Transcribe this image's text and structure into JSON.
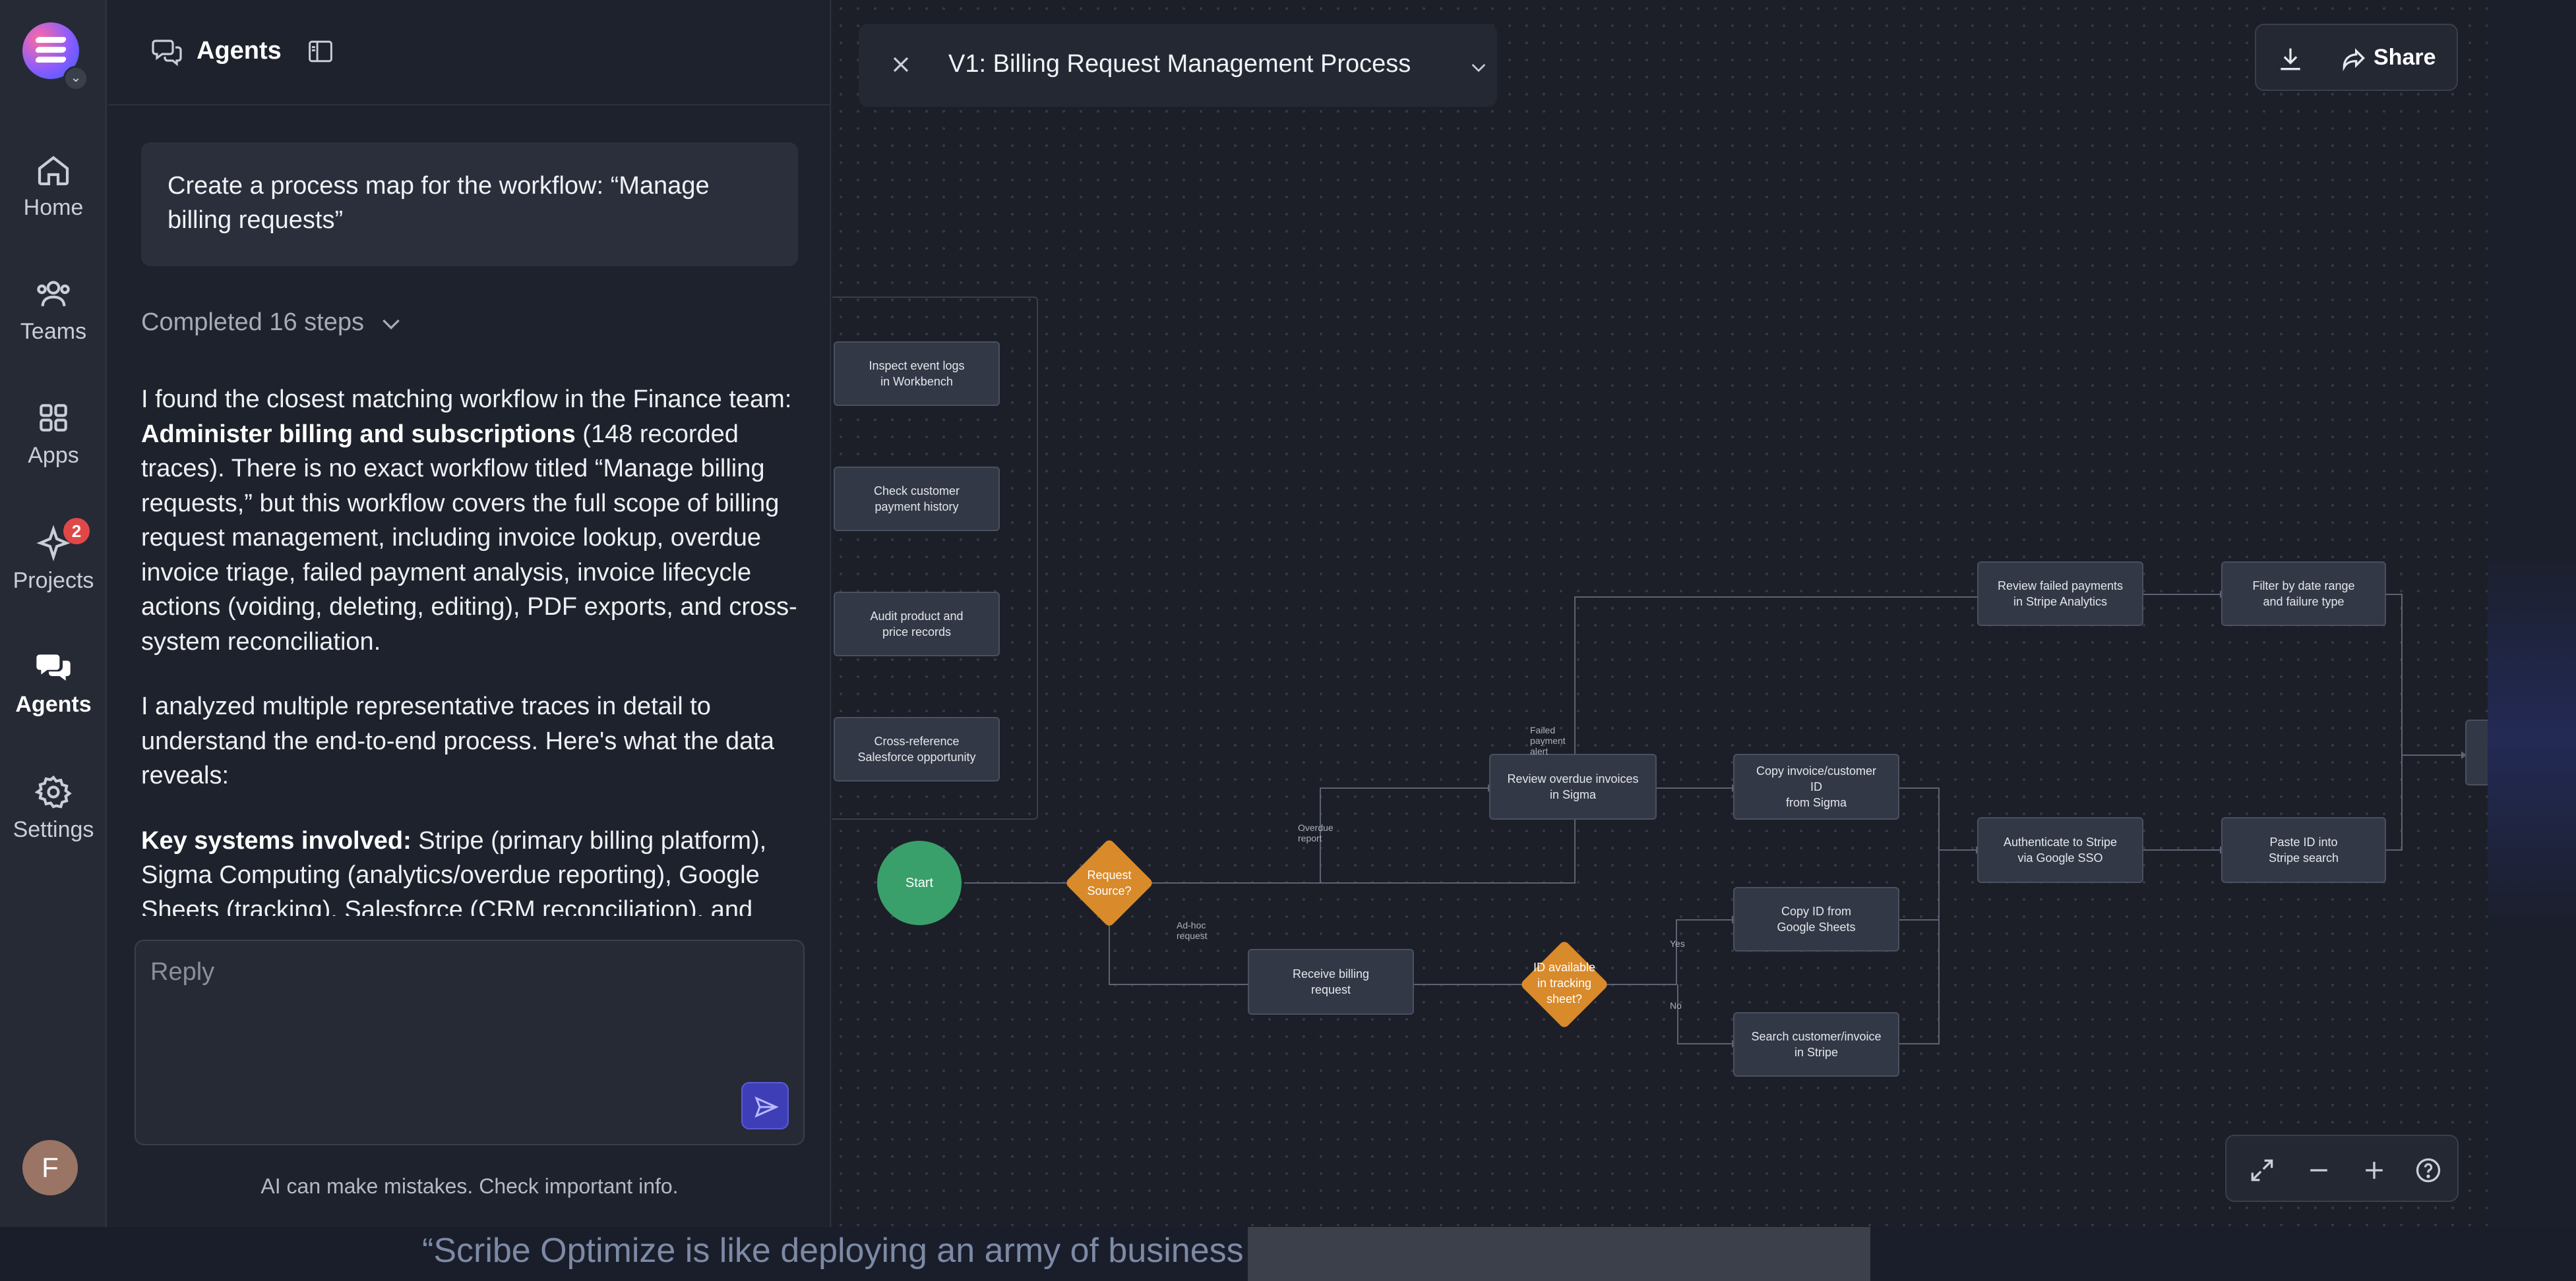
{
  "rail": {
    "items": [
      {
        "label": "Home",
        "icon": "home-icon"
      },
      {
        "label": "Teams",
        "icon": "users-icon"
      },
      {
        "label": "Apps",
        "icon": "grid-icon"
      },
      {
        "label": "Projects",
        "icon": "sparkle-icon",
        "badge": "2"
      },
      {
        "label": "Agents",
        "icon": "chat-bubbles-icon",
        "active": true
      },
      {
        "label": "Settings",
        "icon": "gear-icon"
      }
    ],
    "avatar_initial": "F"
  },
  "chat": {
    "header_title": "Agents",
    "prompt": "Create a process map for the workflow: “Manage billing requests”",
    "steps_label": "Completed 16 steps",
    "message": {
      "p1_a": "I found the closest matching workflow in the Finance team: ",
      "p1_bold": "Administer billing and subscriptions",
      "p1_b": " (148 recorded traces). There is no exact workflow titled “Manage billing requests,” but this workflow covers the full scope of billing request management, including invoice lookup, overdue invoice triage, failed payment analysis, invoice lifecycle actions (voiding, deleting, editing), PDF exports, and cross-system reconciliation.",
      "p2": "I analyzed multiple representative traces in detail to understand the end-to-end process. Here's what the data reveals:",
      "p3_bold": "Key systems involved:",
      "p3": " Stripe (primary billing platform), Sigma Computing (analytics/overdue reporting), Google Sheets (tracking), Salesforce (CRM reconciliation), and"
    },
    "reply_placeholder": "Reply",
    "disclaimer": "AI can make mistakes. Check important info."
  },
  "canvas": {
    "title": "V1: Billing Request Management Process",
    "share_label": "Share",
    "nodes": {
      "inspect": "Inspect event logs\nin Workbench",
      "check": "Check customer\npayment history",
      "audit": "Audit product and\nprice records",
      "crossref": "Cross-reference\nSalesforce opportunity",
      "start": "Start",
      "source": "Request\nSource?",
      "receive": "Receive billing\nrequest",
      "idavail": "ID available\nin tracking\nsheet?",
      "overdue": "Review overdue invoices\nin Sigma",
      "copy_sigma": "Copy invoice/customer\nID\nfrom Sigma",
      "copy_sheets": "Copy ID from\nGoogle Sheets",
      "search": "Search customer/invoice\nin Stripe",
      "failed": "Review failed payments\nin Stripe Analytics",
      "filter": "Filter by date range\nand failure type",
      "auth": "Authenticate to Stripe\nvia Google SSO",
      "paste": "Paste ID into\nStripe search"
    },
    "edge_labels": {
      "failed_alert": "Failed payment alert",
      "overdue_report": "Overdue report",
      "adhoc": "Ad-hoc request",
      "yes": "Yes",
      "no": "No"
    }
  },
  "background_page": {
    "quote": "“Scribe Optimize is like deploying an army of business analysts working overtime"
  }
}
